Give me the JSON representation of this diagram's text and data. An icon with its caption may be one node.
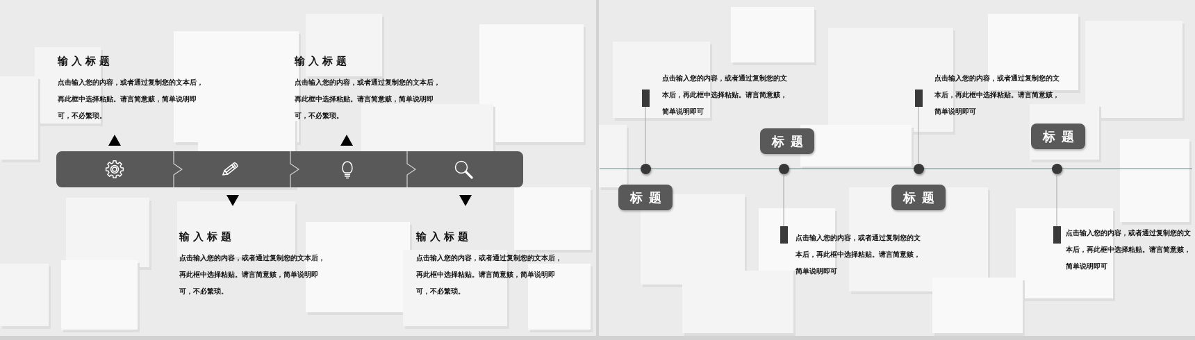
{
  "diagram": {
    "nodes": [
      {
        "text": [],
        "shape": "bar",
        "beside": [
          "点击输入您的内容，或者通过复制您的文本后，再此框中选择粘贴。请言简意赅，简单说明即可"
        ]
      },
      {
        "text": [],
        "shape": "bar",
        "beside": [
          "点击输入您的内容，或者通过复制您的文本后，再此框中选择粘贴。请言简意赅，简单说明即可"
        ]
      },
      {
        "text": [
          "标题"
        ]
      },
      {
        "text": [
          "标题"
        ]
      },
      {
        "text": [],
        "shape": "circle"
      },
      {
        "text": [],
        "shape": "circle"
      },
      {
        "text": [],
        "shape": "circle"
      },
      {
        "text": [],
        "shape": "circle"
      },
      {
        "text": [
          "标题"
        ]
      },
      {
        "text": [
          "标题"
        ]
      },
      {
        "text": [],
        "shape": "bar",
        "beside": [
          "点击输入您的内容，或者通过复制您的文本后，再此框中选择粘贴。请言简意赅，简单说明即可"
        ]
      },
      {
        "text": [],
        "shape": "bar",
        "beside": [
          "点击输入您的内容，或者通过复制您的文本后，再此框中选择粘贴。请言简意赅，简单说明即可"
        ]
      }
    ],
    "edges": [
      {
        "from": 4,
        "to": 0,
        "arrow": "none"
      },
      {
        "from": 5,
        "to": 10,
        "arrow": "none"
      },
      {
        "from": 6,
        "to": 1,
        "arrow": "none"
      },
      {
        "from": 7,
        "to": 11,
        "arrow": "none"
      }
    ],
    "labels": [
      "输入标题",
      "点击输入您的内容，或者通过复制您的文本后，再此框中选择粘贴。请言简意赅，简单说明即可，不必繁琐。",
      "输入标题",
      "点击输入您的内容，或者通过复制您的文本后，再此框中选择粘贴。请言简意赅，简单说明即可，不必繁琐。",
      "输入标题",
      "点击输入您的内容，或者通过复制您的文本后，再此框中选择粘贴。请言简意赅，简单说明即可，不必繁琐。",
      "输入标题",
      "点击输入您的内容，或者通过复制您的文本后，再此框中选择粘贴。请言简意赅，简单说明即可，不必繁琐。"
    ]
  }
}
